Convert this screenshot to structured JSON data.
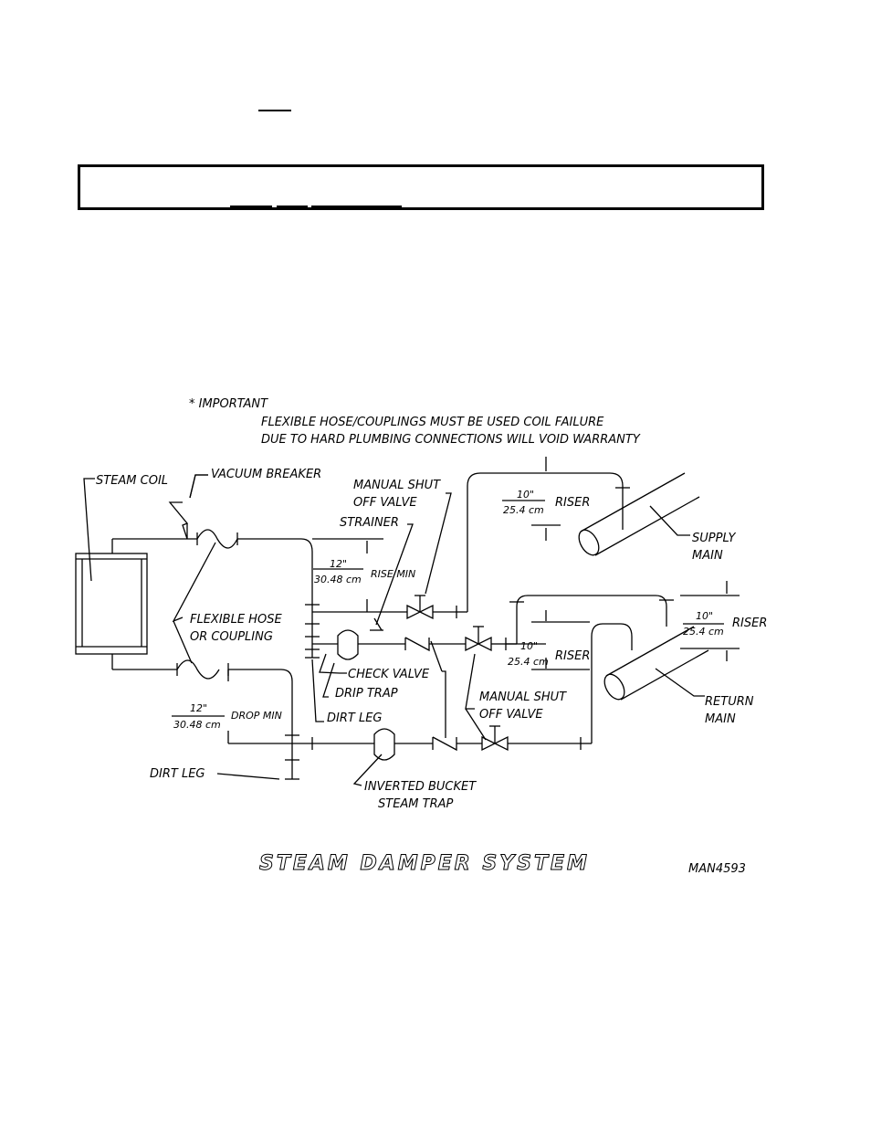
{
  "note": {
    "line1": "* IMPORTANT",
    "line2": "FLEXIBLE HOSE/COUPLINGS MUST BE USED COIL FAILURE",
    "line3": "DUE TO HARD PLUMBING CONNECTIONS WILL VOID WARRANTY"
  },
  "labels": {
    "steam_coil": "STEAM COIL",
    "vacuum_breaker": "VACUUM BREAKER",
    "manual_shut_off_valve_top_1": "MANUAL SHUT",
    "manual_shut_off_valve_top_2": "OFF VALVE",
    "strainer": "STRAINER",
    "flexible_hose_1": "FLEXIBLE HOSE",
    "flexible_hose_2": "OR COUPLING",
    "check_valve": "CHECK VALVE",
    "drip_trap": "DRIP TRAP",
    "dirt_leg_center": "DIRT LEG",
    "dirt_leg_left": "DIRT LEG",
    "manual_shut_off_valve_bottom_1": "MANUAL SHUT",
    "manual_shut_off_valve_bottom_2": "OFF VALVE",
    "inverted_bucket_1": "INVERTED BUCKET",
    "inverted_bucket_2": "STEAM TRAP",
    "supply_main_1": "SUPPLY",
    "supply_main_2": "MAIN",
    "return_main_1": "RETURN",
    "return_main_2": "MAIN"
  },
  "dimensions": {
    "rise_imperial": "12\"",
    "rise_metric": "30.48 cm",
    "rise_label": "RISE MIN",
    "drop_imperial": "12\"",
    "drop_metric": "30.48 cm",
    "drop_label": "DROP MIN",
    "supply_riser_imperial": "10\"",
    "supply_riser_metric": "25.4 cm",
    "supply_riser_label": "RISER",
    "return_riser_imperial": "10\"",
    "return_riser_metric": "25.4 cm",
    "return_riser_label": "RISER",
    "center_riser_imperial": "10\"",
    "center_riser_metric": "25.4 cm",
    "center_riser_label": "RISER"
  },
  "title": "STEAM DAMPER SYSTEM",
  "figure_code": "MAN4593"
}
